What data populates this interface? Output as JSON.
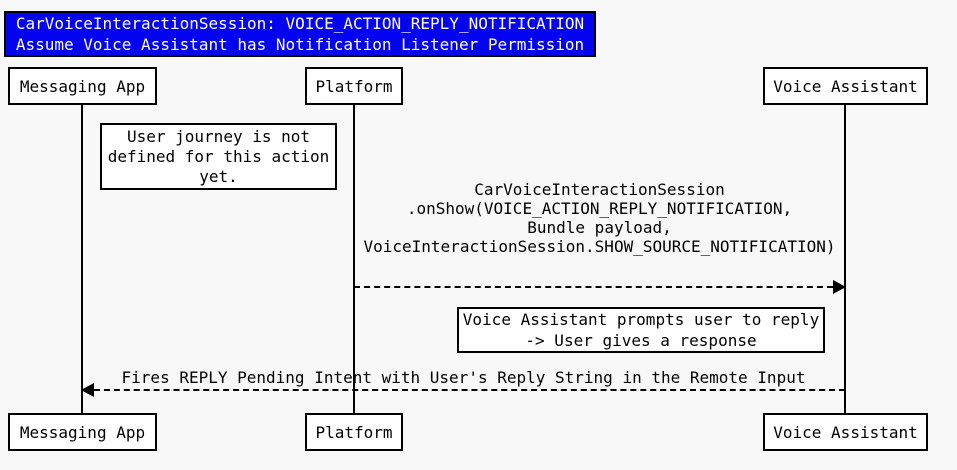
{
  "title": {
    "line1": "CarVoiceInteractionSession: VOICE_ACTION_REPLY_NOTIFICATION",
    "line2": "Assume Voice Assistant has Notification Listener Permission"
  },
  "actors": [
    {
      "name": "Messaging App"
    },
    {
      "name": "Platform"
    },
    {
      "name": "Voice Assistant"
    }
  ],
  "notes": [
    {
      "over": "Messaging App",
      "lines": [
        "User journey is not",
        "defined for this action",
        "yet."
      ]
    },
    {
      "over": "Voice Assistant",
      "lines": [
        "Voice Assistant prompts user to reply",
        "-> User gives a response"
      ]
    }
  ],
  "messages": [
    {
      "from": "Platform",
      "to": "Voice Assistant",
      "style": "dashed",
      "lines": [
        "CarVoiceInteractionSession",
        ".onShow(VOICE_ACTION_REPLY_NOTIFICATION,",
        "Bundle payload,",
        "VoiceInteractionSession.SHOW_SOURCE_NOTIFICATION)"
      ]
    },
    {
      "from": "Voice Assistant",
      "to": "Messaging App",
      "style": "dashed",
      "lines": [
        "Fires REPLY Pending Intent with User's Reply String in the Remote Input"
      ]
    }
  ],
  "colors": {
    "background": "#f8f8f8",
    "title_bg": "#0303ef",
    "title_text": "#ffffff",
    "box_bg": "#ffffff",
    "line": "#000000"
  }
}
